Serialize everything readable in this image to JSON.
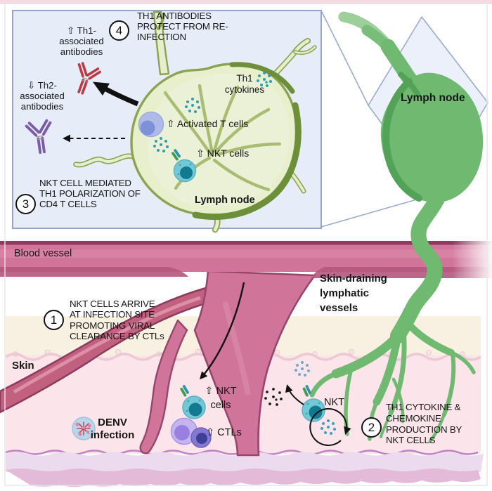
{
  "palette": {
    "inset_bg": "#e6edf8",
    "inset_border": "#8a9bc2",
    "node_fill": "#e7efcc",
    "node_ring": "#8aa452",
    "node_dark_rim": "#6d8f3a",
    "organ_green": "#6fb971",
    "organ_dark": "#52a258",
    "vessel_pink": "#d0749a",
    "vessel_dark_edge": "#8e3a5e",
    "skin_beige": "#f8f1e2",
    "skin_pink": "#fbe4ea",
    "dermis_light": "#ecdaee",
    "dermis_dark": "#e3bbd9",
    "nkt_teal": "#74c7d4",
    "tcell_purple": "#aebbe9",
    "ctl_purple": "#c4b5ef",
    "antibody_red": "#bb3a45",
    "antibody_purple": "#7c5ba8",
    "cytokine_teal": "#2ba0b4",
    "cytokine_blue": "#6fa8cc"
  },
  "inset": {
    "step4_num": "4",
    "step4_l1": "TH1 ANTIBODIES",
    "step4_l2": "PROTECT FROM RE-",
    "step4_l3": "INFECTION",
    "step3_num": "3",
    "step3_l1": "NKT CELL MEDIATED",
    "step3_l2": "TH1 POLARIZATION OF",
    "step3_l3": "CD4 T CELLS",
    "th1_ab_l1": "⇧ Th1-",
    "th1_ab_l2": "associated",
    "th1_ab_l3": "antibodies",
    "th2_ab_l1": "⇩ Th2-",
    "th2_ab_l2": "associated",
    "th2_ab_l3": "antibodies",
    "cyto_l1": "Th1",
    "cyto_l2": "cytokines",
    "activated": "⇧ Activated T cells",
    "nkt": "⇧ NKT cells",
    "node": "Lymph node"
  },
  "overview": {
    "node": "Lymph node",
    "blood": "Blood vessel",
    "lymphatic_l1": "Skin-draining",
    "lymphatic_l2": "lymphatic",
    "lymphatic_l3": "vessels",
    "skin": "Skin",
    "step1_num": "1",
    "step1_l1": "NKT CELLS ARRIVE",
    "step1_l2": "AT INFECTION SITE",
    "step1_l3": "PROMOTING VIRAL",
    "step1_l4": "CLEARANCE BY CTLs",
    "step2_num": "2",
    "step2_l1": "TH1 CYTOKINE &",
    "step2_l2": "CHEMOKINE",
    "step2_l3": "PRODUCTION BY",
    "step2_l4": "NKT CELLS",
    "denv_l1": "DENV",
    "denv_l2": "infection",
    "nkt_l1": "⇧ NKT",
    "nkt_l2": "cells",
    "ctls": "⇧ CTLs",
    "nkt_single": "NKT"
  }
}
